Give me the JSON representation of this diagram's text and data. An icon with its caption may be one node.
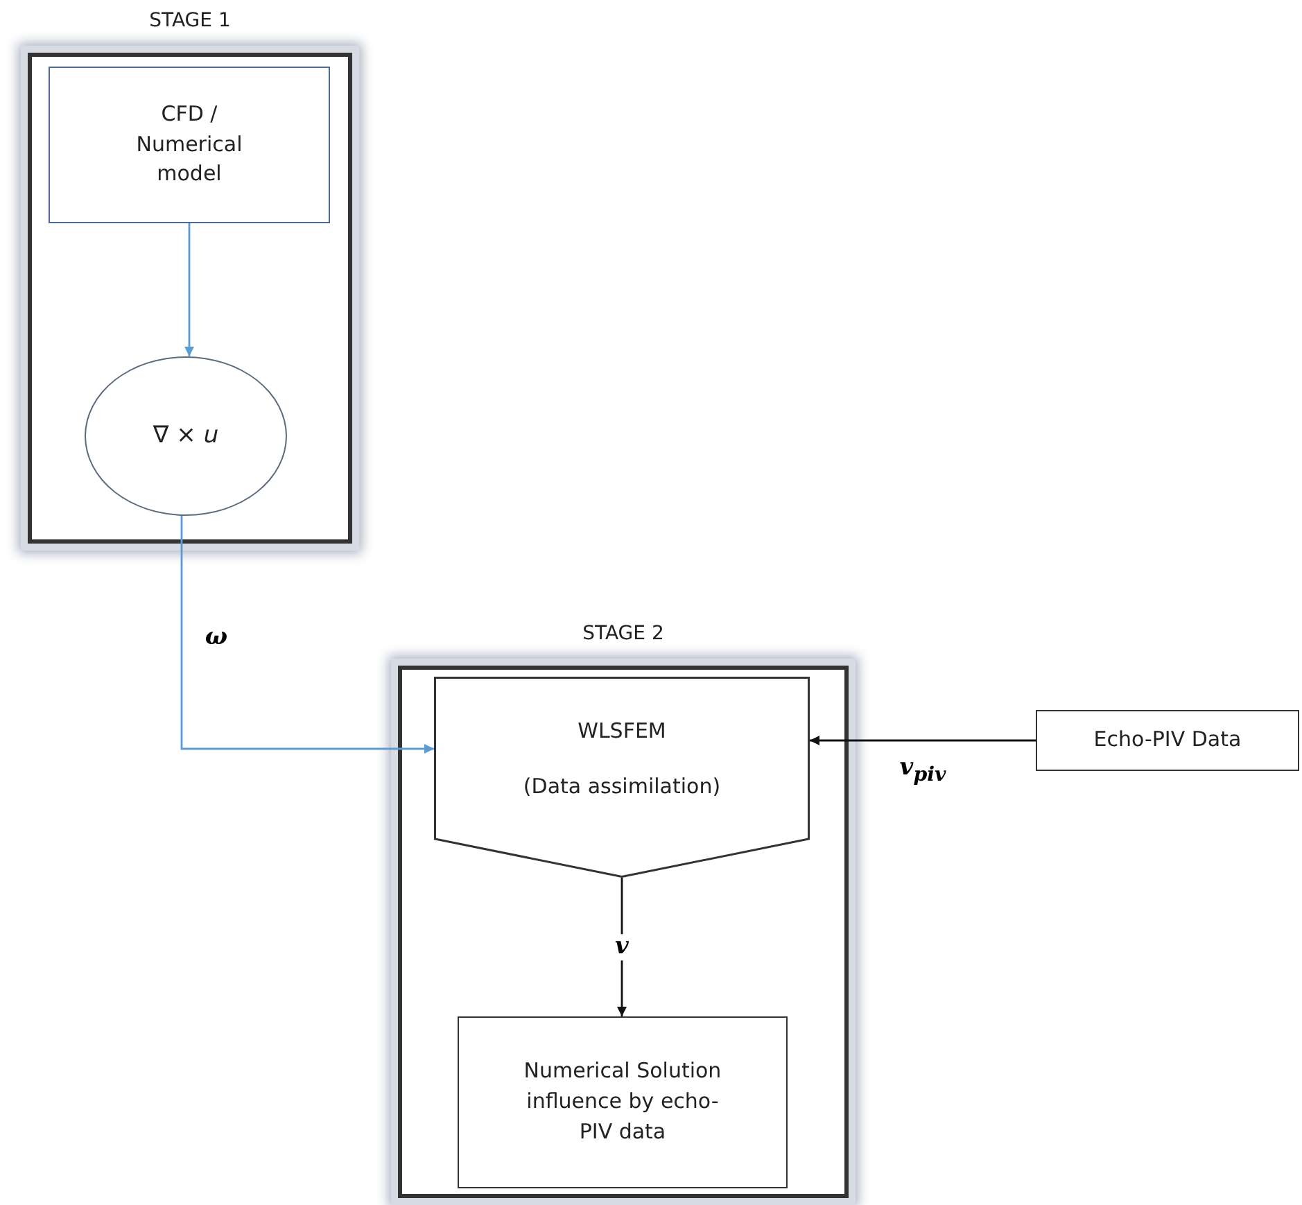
{
  "diagram": {
    "nodes": [
      {
        "text": [
          "STAGE 1"
        ]
      },
      {
        "text": [
          "CFD / Numerical model"
        ],
        "in": 0
      },
      {
        "text": [
          "∇ × *u*"
        ],
        "in": 0
      },
      {
        "text": [
          "STAGE 2"
        ]
      },
      {
        "text": [
          "WLSFEM",
          "(Data assimilation)"
        ],
        "in": 3
      },
      {
        "text": [
          "Numerical Solution influence by echo-PIV data"
        ],
        "in": 3
      },
      {
        "text": [
          "Echo-PIV Data"
        ]
      }
    ],
    "edges": [
      {
        "from": 1,
        "to": 2,
        "arrow": "to",
        "color": "#5b9bd5"
      },
      {
        "from": 2,
        "to": 4,
        "arrow": "to",
        "label": "ω",
        "color": "#5b9bd5"
      },
      {
        "from": 6,
        "to": 4,
        "arrow": "to",
        "label": "*v*$_{piv}$",
        "color": "#111111"
      },
      {
        "from": 4,
        "to": 5,
        "arrow": "to",
        "label": "*v*",
        "color": "#111111"
      }
    ]
  }
}
